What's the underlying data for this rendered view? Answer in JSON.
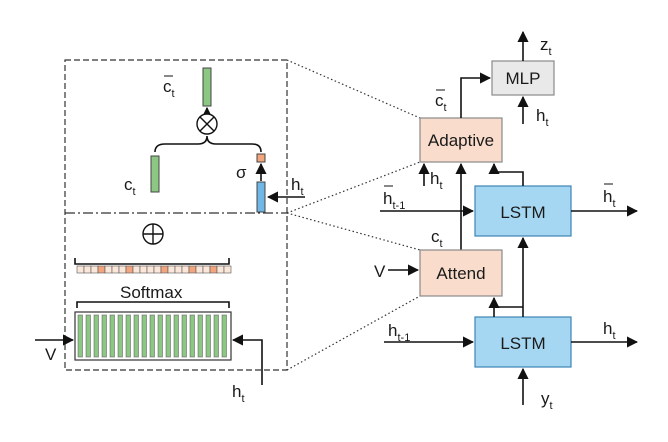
{
  "boxes": {
    "mlp": "MLP",
    "adaptive": "Adaptive",
    "attend": "Attend",
    "lstm_top": "LSTM",
    "lstm_bottom": "LSTM"
  },
  "labels": {
    "z": "z",
    "z_sub": "t",
    "ct_bar": "c",
    "ct_bar_sub": "t",
    "ht_mlp": "h",
    "ht_mlp_sub": "t",
    "ht_adapt": "h",
    "ht_adapt_sub": "t",
    "h_bar_prev": "h",
    "h_bar_prev_sub": "t-1",
    "h_bar_out": "h",
    "h_bar_out_sub": "t",
    "ct_attend": "c",
    "ct_attend_sub": "t",
    "v_attend": "V",
    "h_prev": "h",
    "h_prev_sub": "t-1",
    "h_out": "h",
    "h_out_sub": "t",
    "y": "y",
    "y_sub": "t",
    "inset_ct_bar": "c",
    "inset_ct_bar_sub": "t",
    "inset_ct": "c",
    "inset_ct_sub": "t",
    "sigma": "σ",
    "inset_ht": "h",
    "inset_ht_sub": "t",
    "softmax": "Softmax",
    "inset_v": "V",
    "inset_ht_bottom": "h",
    "inset_ht_bottom_sub": "t",
    "otimes": "⊗",
    "oplus": "⊕"
  },
  "colors": {
    "lstm_fill": "#a6d7f2",
    "attn_fill": "#f9dccb",
    "mlp_fill": "#e9e9e9",
    "vector_green": "#8cc784",
    "vector_blue": "#6fb7e6",
    "gate_orange": "#f2a67d"
  }
}
